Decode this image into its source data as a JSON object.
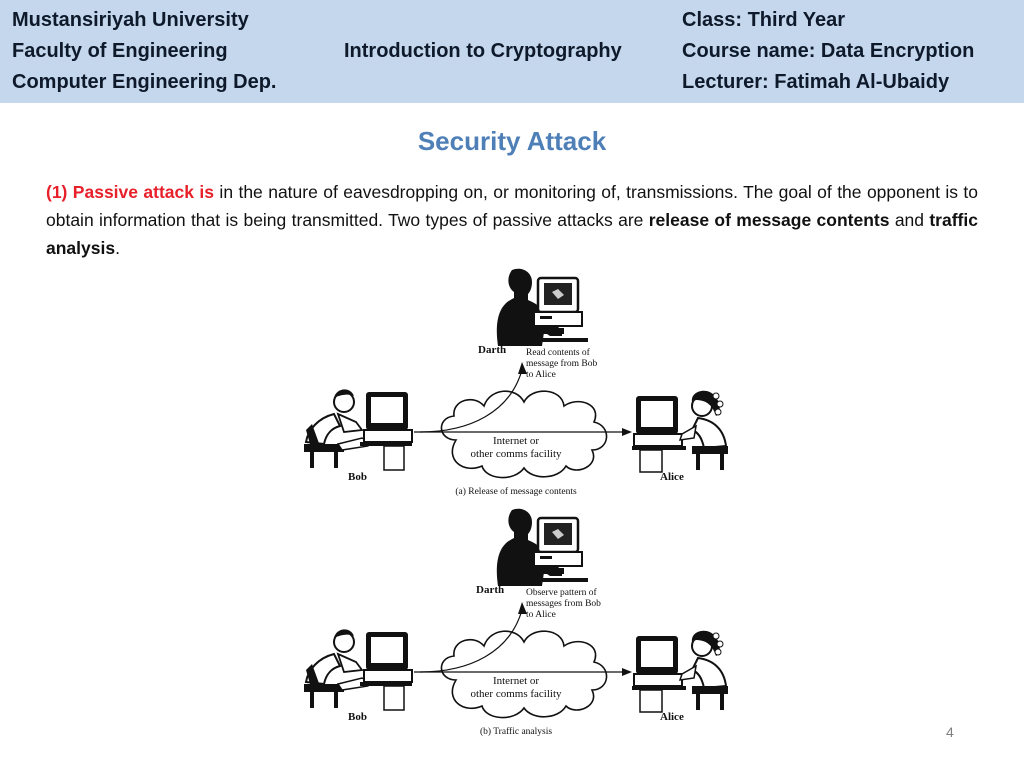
{
  "header": {
    "university": "Mustansiriyah University",
    "faculty": "Faculty of Engineering",
    "department": "Computer Engineering Dep.",
    "subject": "Introduction to Cryptography",
    "class": "Class: Third Year",
    "course": "Course name: Data Encryption",
    "lecturer": "Lecturer: Fatimah Al-Ubaidy"
  },
  "title": "Security Attack",
  "paragraph": {
    "lead": "(1) Passive attack is",
    "text1": " in the nature of eavesdropping on, or monitoring of, transmissions. The goal of the opponent is to obtain information that is being transmitted. Two types of passive attacks are ",
    "term1": "release of message contents",
    "and": " and ",
    "term2": "traffic analysis",
    "end": "."
  },
  "figure_a": {
    "attacker": "Darth",
    "note": [
      "Read contents of",
      "message from Bob",
      "to Alice"
    ],
    "cloud": [
      "Internet or",
      "other comms facility"
    ],
    "sender": "Bob",
    "receiver": "Alice",
    "caption": "(a) Release of message contents"
  },
  "figure_b": {
    "attacker": "Darth",
    "note": [
      "Observe pattern of",
      "messages from Bob",
      "to Alice"
    ],
    "cloud": [
      "Internet or",
      "other comms facility"
    ],
    "sender": "Bob",
    "receiver": "Alice",
    "caption": "(b) Traffic analysis"
  },
  "page_number": "4",
  "colors": {
    "header_bg": "#c5d7ec",
    "title": "#4f7fb7",
    "highlight": "#e8202a"
  }
}
